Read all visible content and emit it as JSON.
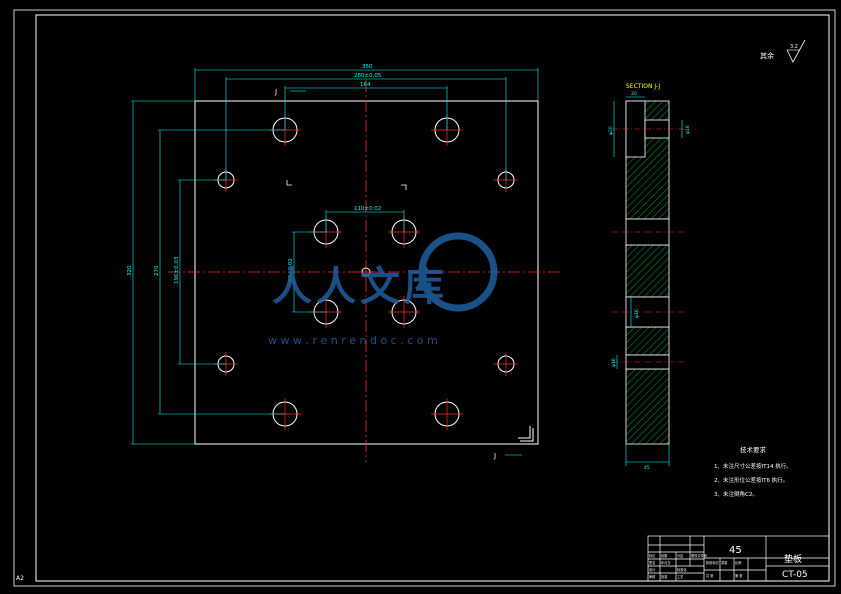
{
  "sheet": {
    "size_label": "A2",
    "roughness_prefix": "其余",
    "roughness_value": "3.2"
  },
  "colors": {
    "background": "#000000",
    "frame": "#ffffff",
    "dimension": "#00ffff",
    "centerline": "#ff2a2a",
    "hatch": "#00cc33",
    "section_title": "#ffff00",
    "watermark": "#1e5f9e"
  },
  "plan_view": {
    "section_marker": "J",
    "dim_top_overall": "350",
    "dim_top_holes_a": "280±0.05",
    "dim_top_holes_b": "164",
    "dim_inner_pair": "110±0.02",
    "dim_left_overall": "320",
    "dim_left_outer_holes": "270",
    "dim_left_mid_holes": "196±0.03",
    "dim_left_inner_pair": "80±0.02"
  },
  "section_view": {
    "title": "SECTION J-J",
    "dim_top": "20",
    "dim_counterbore": "φ20",
    "dim_side": "φ16",
    "dim_mid": "φ16",
    "dim_low": "φ16",
    "dim_bottom": "45"
  },
  "tech_requirements": {
    "title": "技术要求",
    "items": [
      "1、未注尺寸公差按IT14 执行。",
      "2、未注形位公差按IT6 执行。",
      "3、未注倒角C2。"
    ]
  },
  "title_block": {
    "material": "45",
    "part_name": "垫板",
    "drawing_number": "CT-05",
    "small_labels": [
      "标记",
      "处数",
      "分区",
      "更改文件号",
      "签名",
      "年月日",
      "设计",
      "标准化",
      "审核",
      "工艺",
      "批准",
      "阶段标记",
      "重量",
      "比例",
      "共 张",
      "第 张"
    ]
  },
  "watermark": {
    "brand": "人人文库",
    "url": "w w w . r e n r e n d o c . c o m"
  }
}
